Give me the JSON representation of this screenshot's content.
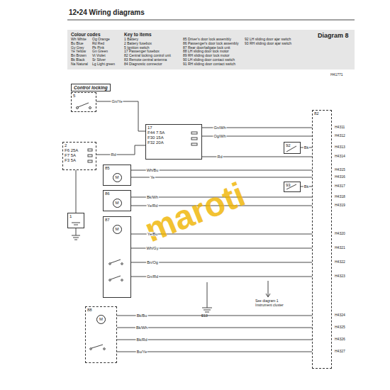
{
  "diagram": {
    "title": "12•24 Wiring diagrams",
    "nodes": [
      {
        "text": [
          "5"
        ]
      },
      {
        "text": [
          "17",
          "F44 7.5A",
          "F30 15A",
          "F32 20A"
        ]
      },
      {
        "text": [
          "2",
          "F6 25A",
          "F7 5A",
          "F3 5A"
        ]
      },
      {
        "text": [
          "1"
        ]
      },
      {
        "text": [
          "85",
          "M"
        ]
      },
      {
        "text": [
          "86",
          "M"
        ]
      },
      {
        "text": [
          "92"
        ]
      },
      {
        "text": [
          "93"
        ]
      },
      {
        "text": [
          "87",
          "M"
        ]
      },
      {
        "text": [
          "88",
          "M"
        ]
      },
      {
        "text": [
          "82"
        ]
      }
    ],
    "edges": [
      {
        "from": 0,
        "to": 1,
        "arrow": "none",
        "label": "Gn/Ye"
      },
      {
        "from": 2,
        "to": 1,
        "arrow": "none",
        "label": "Rd"
      },
      {
        "from": 1,
        "to": 10,
        "arrow": "none",
        "label": "Gn/Wh"
      },
      {
        "from": 1,
        "to": 10,
        "arrow": "none",
        "label": "Og/Wh"
      },
      {
        "from": 1,
        "to": 10,
        "arrow": "none",
        "label": "Rd"
      },
      {
        "from": 4,
        "to": 10,
        "arrow": "none",
        "label": "Wh/Bu"
      },
      {
        "from": 4,
        "to": 10,
        "arrow": "none",
        "label": "Ye"
      },
      {
        "from": 5,
        "to": 10,
        "arrow": "none",
        "label": "Bk/Wh"
      },
      {
        "from": 5,
        "to": 10,
        "arrow": "none",
        "label": "Ye/Rd"
      },
      {
        "from": 6,
        "to": 10,
        "arrow": "none",
        "label": "Bk"
      },
      {
        "from": 7,
        "to": 10,
        "arrow": "none",
        "label": "Bk"
      },
      {
        "from": 8,
        "to": 10,
        "arrow": "none",
        "label": "Ye/Bu"
      },
      {
        "from": 8,
        "to": 10,
        "arrow": "none",
        "label": "Wh/Gy"
      },
      {
        "from": 8,
        "to": 10,
        "arrow": "none",
        "label": "Bn/Og"
      },
      {
        "from": 8,
        "to": 10,
        "arrow": "none",
        "label": "Gn/Rd"
      },
      {
        "from": 9,
        "to": 10,
        "arrow": "none",
        "label": "Bk/Bu"
      },
      {
        "from": 9,
        "to": 10,
        "arrow": "none",
        "label": "Bk/Wh"
      },
      {
        "from": 9,
        "to": 10,
        "arrow": "none",
        "label": "Bk/Rd"
      },
      {
        "from": 9,
        "to": 10,
        "arrow": "none",
        "label": "Bu/Ye"
      },
      {
        "from": 3,
        "to": 2,
        "arrow": "none"
      }
    ],
    "labels": [
      "Colour codes",
      "Key to items",
      "Diagram 8",
      "Control locking",
      "H41771",
      "See diagram 1 Instrument cluster",
      "E13",
      "maroti",
      "Wh White",
      "Og Orange",
      "Bu Blue",
      "Rd Red",
      "Gy Grey",
      "Pk Pink",
      "Ye Yellow",
      "Gn Green",
      "Bn Brown",
      "Vt Violet",
      "Bk Black",
      "Sr Silver",
      "Na Natural",
      "Lg Light green",
      "1 Battery",
      "2 Battery fusebox",
      "5 Ignition switch",
      "17 Passenger fusebox",
      "82 Central locking control unit",
      "83 Remote central antenna",
      "84 Diagnostic connector",
      "85 Driver's door lock assembly",
      "86 Passenger's door lock assembly",
      "87 Rear door/tailgate lock unit",
      "88 LH sliding door lock motor",
      "89 RH sliding door lock motor",
      "90 LH sliding door contact switch",
      "91 RH sliding door contact switch",
      "92 LH sliding door ajar switch",
      "93 RH sliding door ajar switch",
      "H4311",
      "H4312",
      "H4313",
      "H4314",
      "H4315",
      "H4316",
      "H4317",
      "H4318",
      "H4319",
      "H4320",
      "H4321",
      "H4322",
      "H4323",
      "H4324",
      "H4325",
      "H4326",
      "H4327"
    ]
  }
}
